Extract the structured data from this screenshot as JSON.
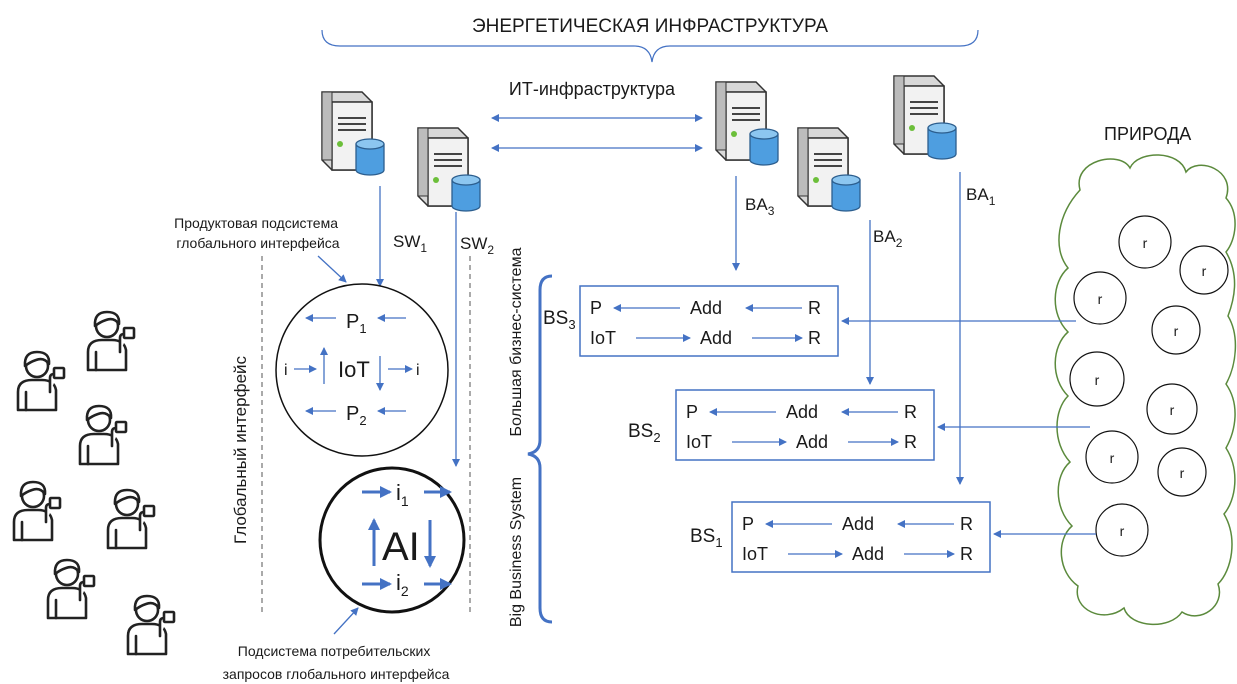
{
  "top_label": "ЭНЕРГЕТИЧЕСКАЯ ИНФРАСТРУКТУРА",
  "it_label": "ИТ-инфраструктура",
  "nature_label": "ПРИРОДА",
  "servers": {
    "sw1": {
      "main": "SW",
      "sub": "1"
    },
    "sw2": {
      "main": "SW",
      "sub": "2"
    },
    "ba1": {
      "main": "BA",
      "sub": "1"
    },
    "ba2": {
      "main": "BA",
      "sub": "2"
    },
    "ba3": {
      "main": "BA",
      "sub": "3"
    }
  },
  "product_subsystem": [
    "Продуктовая подсистема",
    "глобального интерфейса"
  ],
  "consumer_subsystem": [
    "Подсистема потребительских",
    "запросов глобального интерфейса"
  ],
  "global_interface_label": "Глобальный интерфейс",
  "big_business_ru": "Большая бизнес-система",
  "big_business_en": "Big Business System",
  "iot_circle": {
    "p1": "P",
    "p1_sub": "1",
    "p2": "P",
    "p2_sub": "2",
    "center": "IoT",
    "i": "i"
  },
  "ai_circle": {
    "center": "AI",
    "i1": "i",
    "i1_sub": "1",
    "i2": "i",
    "i2_sub": "2"
  },
  "bs": [
    {
      "id": "BS",
      "sub": "3",
      "row1": [
        "P",
        "Add",
        "R"
      ],
      "row2": [
        "IoT",
        "Add",
        "R"
      ]
    },
    {
      "id": "BS",
      "sub": "2",
      "row1": [
        "P",
        "Add",
        "R"
      ],
      "row2": [
        "IoT",
        "Add",
        "R"
      ]
    },
    {
      "id": "BS",
      "sub": "1",
      "row1": [
        "P",
        "Add",
        "R"
      ],
      "row2": [
        "IoT",
        "Add",
        "R"
      ]
    }
  ],
  "resource_label": "r"
}
